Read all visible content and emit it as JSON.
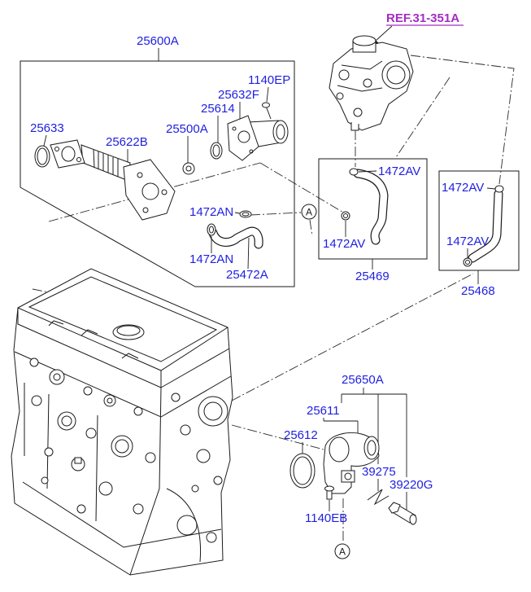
{
  "colors": {
    "callout": "#1f1fe0",
    "reference": "#a32cc4",
    "line": "#1a1a1a",
    "background": "#ffffff"
  },
  "reference": {
    "label": "REF.31-351A"
  },
  "assembly_a": {
    "label": "25600A",
    "callouts": {
      "bolt": "1140EP",
      "flange": "25632F",
      "ring": "25614",
      "end_ring": "25633",
      "pipe": "25622B",
      "fitting": "25500A",
      "clamp_upper": "1472AN",
      "clamp_lower": "1472AN",
      "hose": "25472A"
    }
  },
  "hose_set_1": {
    "label": "25469",
    "clamp_upper": "1472AV",
    "clamp_lower": "1472AV"
  },
  "hose_set_2": {
    "label": "25468",
    "clamp_upper": "1472AV",
    "clamp_lower": "1472AV"
  },
  "assembly_b": {
    "label": "25650A",
    "housing": "25611",
    "gasket": "25612",
    "clip": "39275",
    "sensor": "39220G",
    "bolt": "1140EB"
  },
  "connection_marks": {
    "upper": "A",
    "lower": "A"
  }
}
